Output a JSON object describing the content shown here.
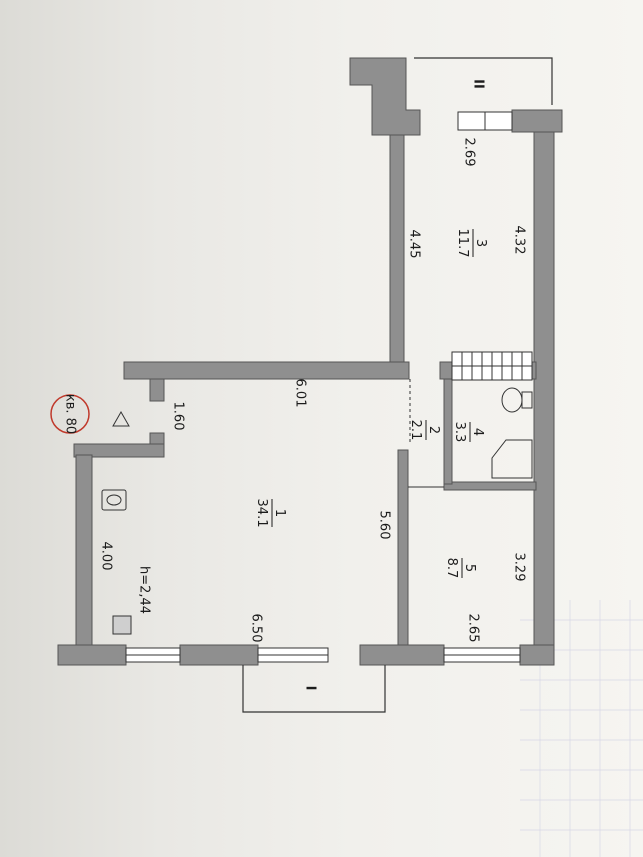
{
  "apartment_badge": "кв. 80",
  "height_note": "h=2,44",
  "entrance_marks": {
    "bottom": "I",
    "top": "II"
  },
  "rooms": [
    {
      "number": "1",
      "area": "34.1"
    },
    {
      "number": "2",
      "area": "2.1"
    },
    {
      "number": "3",
      "area": "11.7"
    },
    {
      "number": "4",
      "area": "3.3"
    },
    {
      "number": "5",
      "area": "8.7"
    }
  ],
  "dimensions": {
    "d1": "6.01",
    "d2": "1.60",
    "d3": "4.00",
    "d4": "6.50",
    "d5": "5.60",
    "d6": "2.65",
    "d7": "3.29",
    "d8": "4.32",
    "d9": "2.69",
    "d10": "4.45"
  },
  "colors": {
    "wall": "#8f8f8f",
    "wall_edge": "#555555",
    "badge": "#c0392b",
    "ink": "#1c1c1c"
  }
}
